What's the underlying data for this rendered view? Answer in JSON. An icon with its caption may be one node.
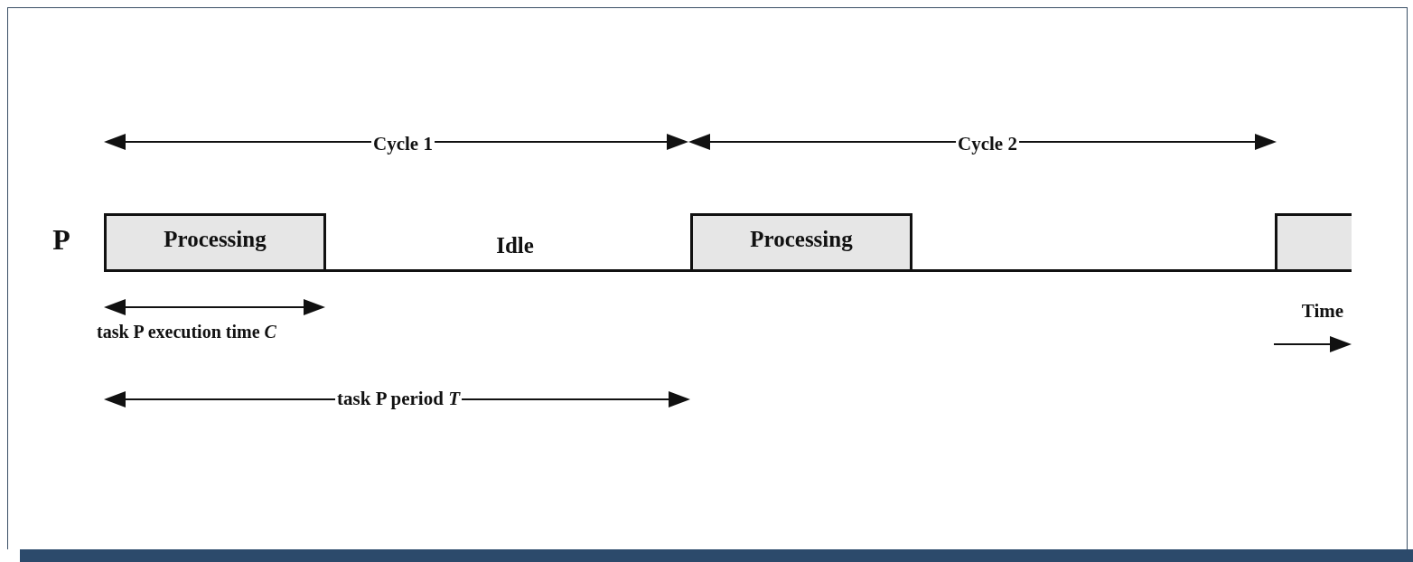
{
  "diagram": {
    "nodes": [
      {
        "text": [
          "Processing"
        ]
      },
      {
        "text": [
          "Processing"
        ]
      },
      {
        "text": [],
        "shape": "box"
      }
    ],
    "labels": [
      "Cycle 1",
      "Cycle 2",
      "P",
      "Idle",
      "task P execution time *C*",
      "Time",
      "task P period *T*"
    ]
  }
}
